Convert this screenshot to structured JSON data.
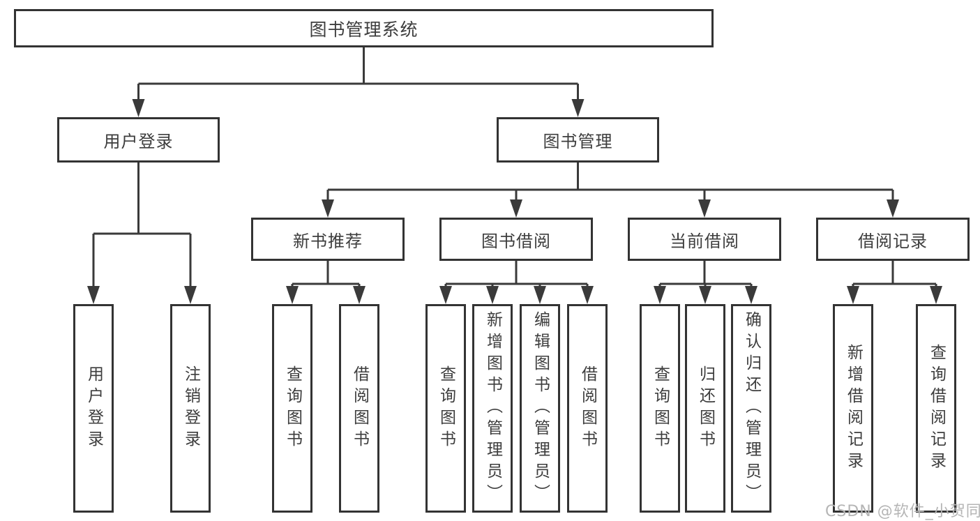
{
  "diagram": {
    "root": {
      "label": "图书管理系统",
      "children": [
        {
          "label": "用户登录",
          "children": [
            {
              "label": "用户登录"
            },
            {
              "label": "注销登录"
            }
          ]
        },
        {
          "label": "图书管理",
          "children": [
            {
              "label": "新书推荐",
              "children": [
                {
                  "label": "查询图书"
                },
                {
                  "label": "借阅图书"
                }
              ]
            },
            {
              "label": "图书借阅",
              "children": [
                {
                  "label": "查询图书"
                },
                {
                  "label": "新增图书（管理员）"
                },
                {
                  "label": "编辑图书（管理员）"
                },
                {
                  "label": "借阅图书"
                }
              ]
            },
            {
              "label": "当前借阅",
              "children": [
                {
                  "label": "查询图书"
                },
                {
                  "label": "归还图书"
                },
                {
                  "label": "确认归还（管理员）"
                }
              ]
            },
            {
              "label": "借阅记录",
              "children": [
                {
                  "label": "新增借阅记录"
                },
                {
                  "label": "查询借阅记录"
                }
              ]
            }
          ]
        }
      ]
    }
  },
  "watermark": {
    "text": "CSDN @软件_小贺同学"
  },
  "colors": {
    "line": "#3a3a3a",
    "box_border": "#333333",
    "text": "#3d3d3d",
    "watermark": "#b5b5b5",
    "background": "#ffffff"
  }
}
